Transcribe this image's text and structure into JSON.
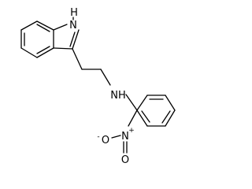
{
  "molecule": {
    "atoms": {
      "indole_nh": "H",
      "indole_n": "N",
      "amine_n": "N",
      "amine_h": "H",
      "nitro_n": "N",
      "nitro_n_charge": "+",
      "nitro_o1": "O",
      "nitro_o1_charge": "-",
      "nitro_o2": "O"
    }
  }
}
